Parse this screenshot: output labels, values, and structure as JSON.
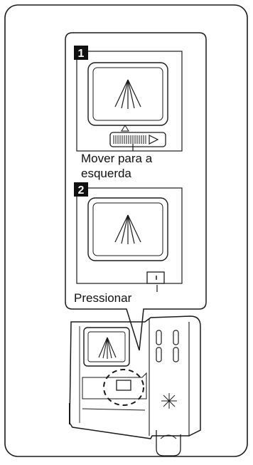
{
  "steps": [
    {
      "number": "1",
      "caption_line1": "Mover para a",
      "caption_line2": "esquerda"
    },
    {
      "number": "2",
      "caption": "Pressionar"
    }
  ],
  "colors": {
    "line": "#1a1a1a",
    "badge": "#111111",
    "background": "#ffffff"
  }
}
